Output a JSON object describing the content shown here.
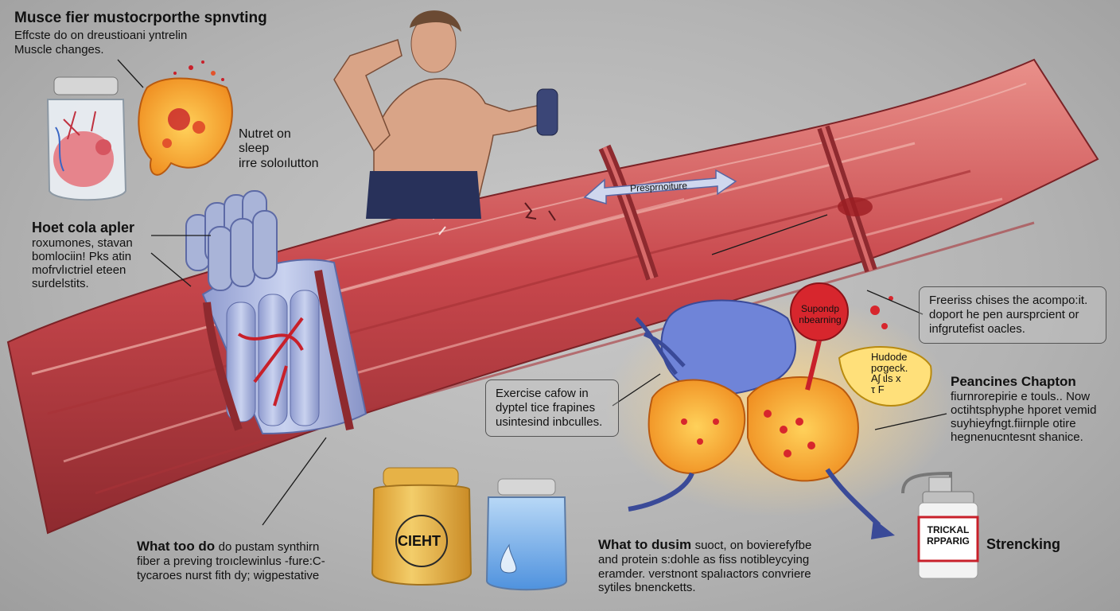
{
  "title": "Musce fier mustocrporthe spnvting",
  "subtitle_lines": [
    "Effcste do on drеustioani yntrelin",
    "Muscle changes."
  ],
  "nutrition_lines": [
    "Nutret on",
    "sleep",
    "irre soloılutton"
  ],
  "left_block": {
    "heading": "Hoet cola apler",
    "lines": [
      "roxumones, stavan",
      "bomlociin! Pks atin",
      "mofrvlıctriel eteen",
      "surdelstits."
    ]
  },
  "arrow_label": "Presprnoiture",
  "right_box_lines": [
    "Freeriss chises the acompo:it.",
    "doport he pen aursprcient or",
    "infgrutefist oacles."
  ],
  "center_box_lines": [
    "Exercise cafow in",
    "dyptel tice frapines",
    "usintesind inbculles."
  ],
  "peancines": {
    "heading": "Peancines Chapton",
    "lines": [
      "fiurnrorepirie e touls.. Now",
      "octihtsphyphe hporet vemid",
      "suyhieyfngt.fiirnple otire",
      "hegnenucntesnt shanice."
    ]
  },
  "bottom_left": {
    "heading": "What too do",
    "heading_rest": "do pustam synthirn",
    "lines": [
      "fiber a preving troıclewinlus -fure:C-",
      "tycaroes nurst fith dy; wigpestative"
    ]
  },
  "bottom_middle": {
    "heading": "What to dusim",
    "heading_rest": "suoct, on bovierefyfbe",
    "lines": [
      "and protein s:dohle as fiss notibleycying",
      "eramder. verstnont spalıactors convriere",
      "sytiles bnencketts."
    ]
  },
  "red_cell_label": [
    "Supondp",
    "nbearning"
  ],
  "yellow_cell_label": [
    "Hudode",
    "pσgeck.",
    "Aʃ  ɩls  x",
    "τ   F"
  ],
  "jar1_label": "CIEHT",
  "bottle_label": [
    "TRICKAL",
    "RPPARIG"
  ],
  "strencking": "Strencking",
  "colors": {
    "muscle": "#c8474c",
    "muscle_light": "#e08a86",
    "fiber": "#a9b4d8",
    "jar_amber": "#e9b84a",
    "jar_blue": "#6aa6e6",
    "cell_blue": "#6f84d8",
    "cell_orange": "#f0a02a"
  }
}
